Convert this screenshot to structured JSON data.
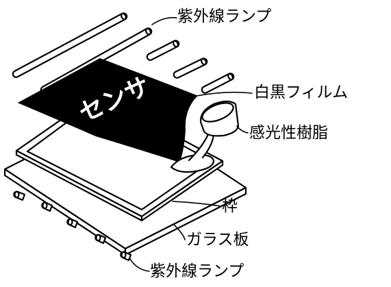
{
  "labels": {
    "uv_lamp_top": "紫外線ランプ",
    "bw_film": "白黒フィルム",
    "film_text": "センサ",
    "photoresin": "感光性樹脂",
    "frame": "枠",
    "glass_plate": "ガラス板",
    "uv_lamp_bottom": "紫外線ランプ"
  },
  "colors": {
    "ink": "#000000",
    "paper": "#ffffff"
  }
}
